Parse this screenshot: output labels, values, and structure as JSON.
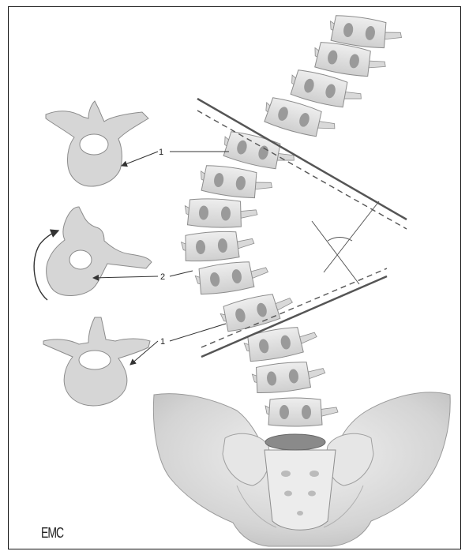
{
  "figure": {
    "labels": {
      "label_1_top": "1",
      "label_2": "2",
      "label_1_bottom": "1"
    },
    "logo": "EMC"
  },
  "colors": {
    "bone": "#d9d9d9",
    "bone_edge": "#8c8c8c",
    "pedicle_spot": "#9a9a9a",
    "line": "#666666"
  }
}
